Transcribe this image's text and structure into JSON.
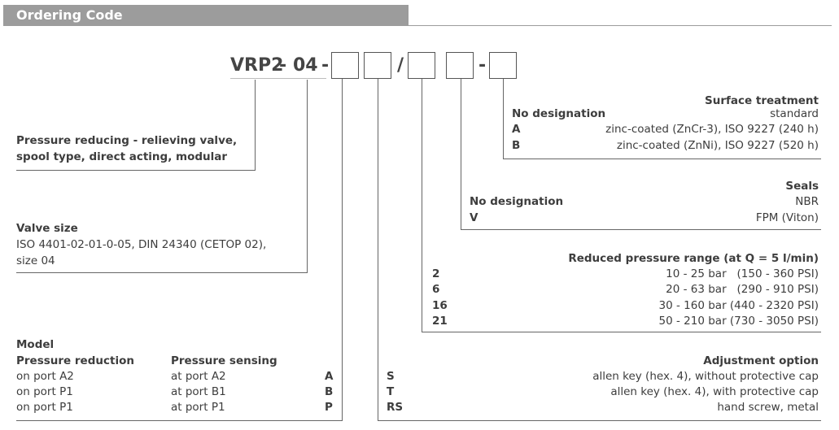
{
  "header": {
    "title": "Ordering Code"
  },
  "code": {
    "part1": "VRP2",
    "sep1": "-",
    "part2": "04",
    "sep2": "-",
    "slash": "/",
    "sep3": "-"
  },
  "description": {
    "line1": "Pressure reducing - relieving valve,",
    "line2": "spool type, direct acting, modular"
  },
  "valve_size": {
    "title": "Valve size",
    "line1": "ISO 4401-02-01-0-05, DIN 24340 (CETOP 02),",
    "line2": "size 04"
  },
  "surface": {
    "title": "Surface treatment",
    "rows": [
      {
        "code": "No designation",
        "value": "standard"
      },
      {
        "code": "A",
        "value": "zinc-coated (ZnCr-3), ISO 9227 (240 h)"
      },
      {
        "code": "B",
        "value": "zinc-coated (ZnNi), ISO 9227 (520 h)"
      }
    ]
  },
  "seals": {
    "title": "Seals",
    "rows": [
      {
        "code": "No designation",
        "value": "NBR"
      },
      {
        "code": "V",
        "value": "FPM (Viton)"
      }
    ]
  },
  "pressure_range": {
    "title": "Reduced pressure range (at Q = 5 l/min)",
    "rows": [
      {
        "code": "2",
        "value": "10 - 25 bar   (150 - 360 PSI)"
      },
      {
        "code": "6",
        "value": "20 - 63 bar   (290 - 910 PSI)"
      },
      {
        "code": "16",
        "value": "30 - 160 bar (440 - 2320 PSI)"
      },
      {
        "code": "21",
        "value": "50 - 210 bar (730 - 3050 PSI)"
      }
    ]
  },
  "adjustment": {
    "title": "Adjustment option",
    "rows": [
      {
        "code": "S",
        "value": "allen key (hex. 4), without protective cap"
      },
      {
        "code": "T",
        "value": "allen key (hex. 4), with protective cap"
      },
      {
        "code": "RS",
        "value": "hand screw, metal"
      }
    ]
  },
  "model": {
    "title": "Model",
    "col1_header": "Pressure reduction",
    "col2_header": "Pressure sensing",
    "rows": [
      {
        "reduction": "on port A2",
        "sensing": "at port A2",
        "code": "A"
      },
      {
        "reduction": "on port P1",
        "sensing": "at port B1",
        "code": "B"
      },
      {
        "reduction": "on port P1",
        "sensing": "at port P1",
        "code": "P"
      }
    ]
  }
}
